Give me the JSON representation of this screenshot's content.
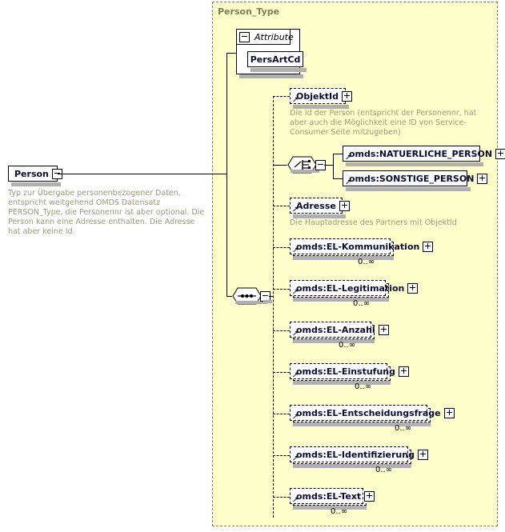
{
  "diagram": {
    "title": "Person_Type",
    "root_element": {
      "name": "Person",
      "annotation": "Typ zur Übergabe personenbezogener Daten, entspricht weitgehend OMDS Datensatz PERSON_Type, die Personennr ist aber optional. Die Person kann eine Adresse enthalten. Die Adresse hat aber keine Id.",
      "expander": "minus"
    },
    "attributes": {
      "group_label": "Attribute",
      "group_expander": "minus",
      "items": [
        {
          "name": "PersArtCd"
        }
      ]
    },
    "children": [
      {
        "name": "ObjektId",
        "expander": "plus",
        "style": "optional",
        "annotation": "Die Id der Person (entspricht der Personennr, hat aber auch die Möglichkeit eine ID von Service-Consumer Seite mitzugeben)",
        "cardinality": ""
      },
      {
        "name": "Adresse",
        "expander": "plus",
        "style": "optional",
        "annotation": "Die Hauptadresse des Partners mit ObjektId",
        "cardinality": ""
      },
      {
        "name": "omds:EL-Kommunikation",
        "expander": "plus",
        "style": "repeating",
        "annotation": "",
        "cardinality": "0..∞"
      },
      {
        "name": "omds:EL-Legitimation",
        "expander": "plus",
        "style": "repeating",
        "annotation": "",
        "cardinality": "0..∞"
      },
      {
        "name": "omds:EL-Anzahl",
        "expander": "plus",
        "style": "repeating",
        "annotation": "",
        "cardinality": "0..∞"
      },
      {
        "name": "omds:EL-Einstufung",
        "expander": "plus",
        "style": "repeating",
        "annotation": "",
        "cardinality": "0..∞"
      },
      {
        "name": "omds:EL-Entscheidungsfrage",
        "expander": "plus",
        "style": "repeating",
        "annotation": "",
        "cardinality": "0..∞"
      },
      {
        "name": "omds:EL-Identifizierung",
        "expander": "plus",
        "style": "repeating",
        "annotation": "",
        "cardinality": "0..∞"
      },
      {
        "name": "omds:EL-Text",
        "expander": "plus",
        "style": "repeating",
        "annotation": "",
        "cardinality": "0..∞"
      }
    ],
    "choice": {
      "compositor": "choice",
      "expander": "minus",
      "options": [
        {
          "name": "omds:NATUERLICHE_PERSON",
          "expander": "plus",
          "style": "required"
        },
        {
          "name": "omds:SONSTIGE_PERSON",
          "expander": "plus",
          "style": "required"
        }
      ]
    },
    "sequence": {
      "compositor": "sequence",
      "expander": "minus"
    },
    "colors": {
      "panel_background": "#ffffcc",
      "panel_border": "#808066",
      "type_title": "#7d7d53",
      "annotation_text": "#9a9a7a",
      "element_label": "#0a0a35",
      "shadow": "#b0b0b0"
    }
  }
}
